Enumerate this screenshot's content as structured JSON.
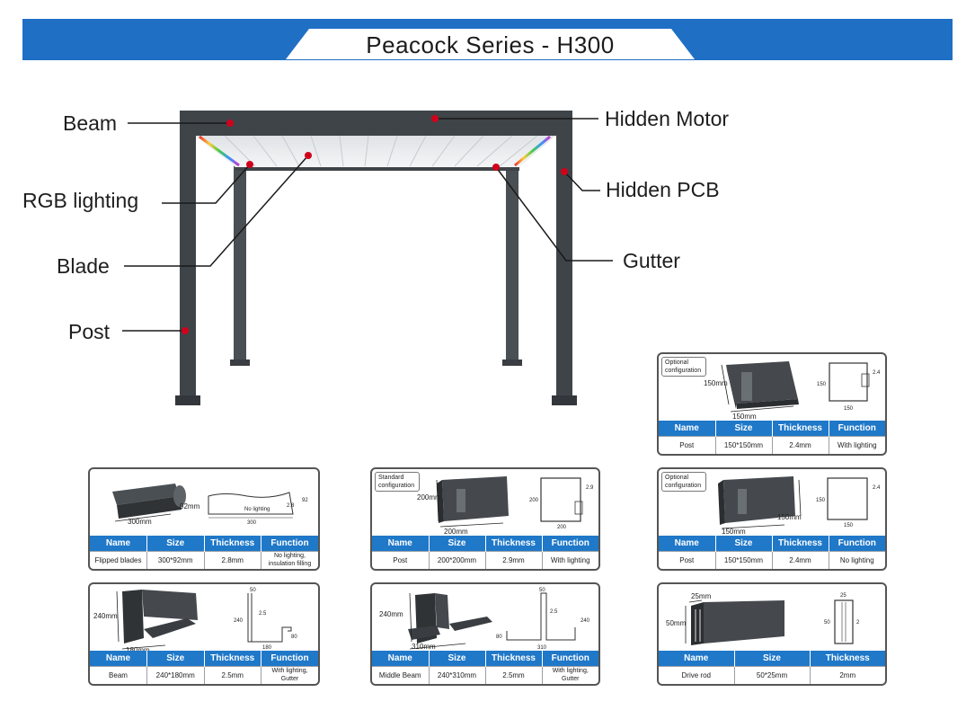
{
  "header": {
    "title": "Peacock Series - H300"
  },
  "callouts": {
    "beam": "Beam",
    "rgb_lighting": "RGB lighting",
    "blade": "Blade",
    "post": "Post",
    "hidden_motor": "Hidden Motor",
    "hidden_pcb": "Hidden PCB",
    "gutter": "Gutter"
  },
  "table_headers": {
    "name": "Name",
    "size": "Size",
    "thickness": "Thickness",
    "function": "Function"
  },
  "badges": {
    "optional": "Optional configuration",
    "standard": "Standard configuration"
  },
  "cards": {
    "post_optional_lighting": {
      "row": {
        "name": "Post",
        "size": "150*150mm",
        "thickness": "2.4mm",
        "function": "With lighting"
      },
      "dims": {
        "height": "150mm",
        "width": "150mm",
        "draw_h": "150",
        "draw_w": "150",
        "wall": "2.4"
      }
    },
    "flipped_blades": {
      "row": {
        "name": "Flipped blades",
        "size": "300*92mm",
        "thickness": "2.8mm",
        "function": "No lighting, insulation filling"
      },
      "dims": {
        "height": "92mm",
        "width": "300mm",
        "draw_h": "92",
        "draw_w": "300",
        "wall": "2.8",
        "note": "No lighting"
      }
    },
    "post_standard": {
      "row": {
        "name": "Post",
        "size": "200*200mm",
        "thickness": "2.9mm",
        "function": "With lighting"
      },
      "dims": {
        "height": "200mm",
        "width": "200mm",
        "draw_h": "200",
        "draw_w": "200",
        "wall": "2.9"
      }
    },
    "post_optional_no_lighting": {
      "row": {
        "name": "Post",
        "size": "150*150mm",
        "thickness": "2.4mm",
        "function": "No lighting"
      },
      "dims": {
        "height": "150mm",
        "width": "150mm",
        "draw_h": "150",
        "draw_w": "150",
        "wall": "2.4"
      }
    },
    "beam": {
      "row": {
        "name": "Beam",
        "size": "240*180mm",
        "thickness": "2.5mm",
        "function": "With lighting, Gutter"
      },
      "dims": {
        "height": "240mm",
        "width": "180mm",
        "draw_top": "50",
        "draw_h": "240",
        "wall": "2.5",
        "gutter": "80",
        "draw_w": "180"
      }
    },
    "middle_beam": {
      "row": {
        "name": "Middle Beam",
        "size": "240*310mm",
        "thickness": "2.5mm",
        "function": "With lighting, Gutter"
      },
      "dims": {
        "height": "240mm",
        "width": "310mm",
        "draw_top": "50",
        "draw_h": "240",
        "wall": "2.5",
        "gutter": "80",
        "draw_w": "310"
      }
    },
    "drive_rod": {
      "headers": {
        "name": "Name",
        "size": "Size",
        "thickness": "Thickness"
      },
      "row": {
        "name": "Drive rod",
        "size": "50*25mm",
        "thickness": "2mm"
      },
      "dims": {
        "height": "50mm",
        "width": "25mm",
        "draw_w": "25",
        "draw_h": "50",
        "wall": "2"
      }
    }
  },
  "colors": {
    "header_blue": "#1f6fc5",
    "table_blue": "#1f78c8",
    "frame_gray": "#3f4448",
    "callout_dot": "#d0021b"
  }
}
